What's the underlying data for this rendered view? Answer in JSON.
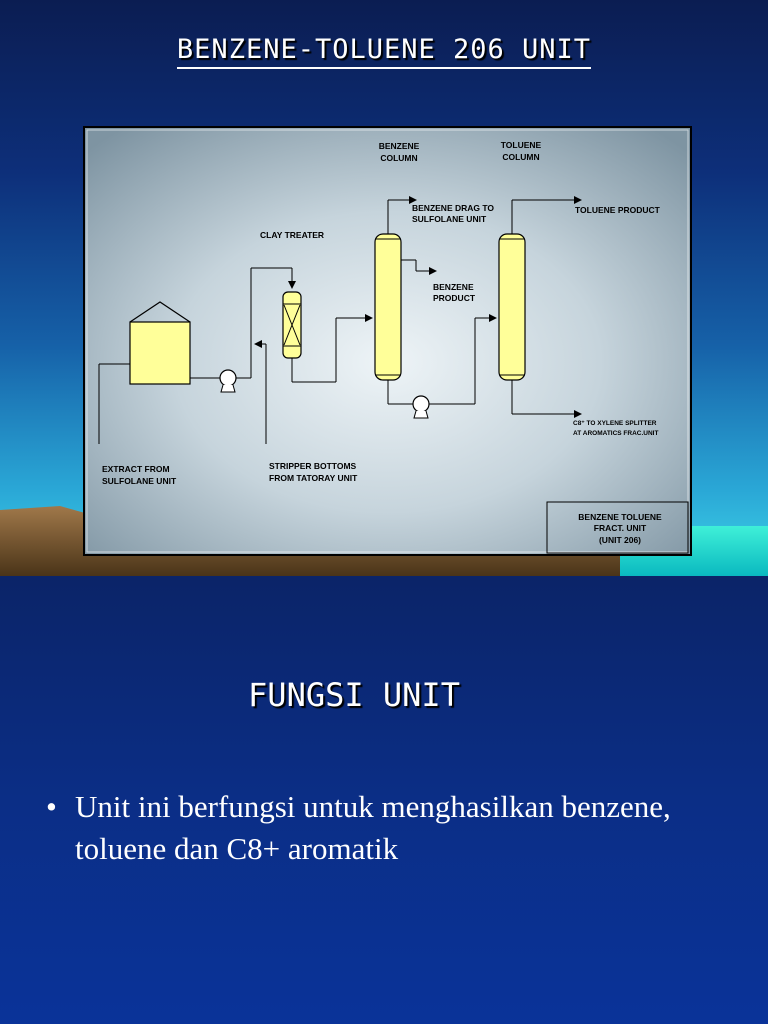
{
  "slide": {
    "title": "BENZENE-TOLUENE 206 UNIT",
    "heading": "FUNGSI UNIT",
    "bullet_marker": "•",
    "bullet_text": "Unit ini berfungsi untuk menghasilkan benzene, toluene dan C8+ aromatik"
  },
  "diagram": {
    "labels": {
      "benzene_column_1": "BENZENE",
      "benzene_column_2": "COLUMN",
      "toluene_column_1": "TOLUENE",
      "toluene_column_2": "COLUMN",
      "benzene_drag_1": "BENZENE DRAG TO",
      "benzene_drag_2": "SULFOLANE UNIT",
      "toluene_product": "TOLUENE PRODUCT",
      "clay_treater": "CLAY TREATER",
      "benzene_product_1": "BENZENE",
      "benzene_product_2": "PRODUCT",
      "c8_1": "C8⁺ TO XYLENE SPLITTER",
      "c8_2": "AT AROMATICS FRAC.UNIT",
      "extract_1": "EXTRACT FROM",
      "extract_2": "SULFOLANE UNIT",
      "stripper_1": "STRIPPER BOTTOMS",
      "stripper_2": "FROM TATORAY UNIT",
      "unit_box_1": "BENZENE TOLUENE",
      "unit_box_2": "FRACT. UNIT",
      "unit_box_3": "(UNIT 206)"
    },
    "colors": {
      "vessel_fill": "#ffff99",
      "panel_center": "#eef3f6",
      "panel_edge": "#7f95a3"
    }
  }
}
